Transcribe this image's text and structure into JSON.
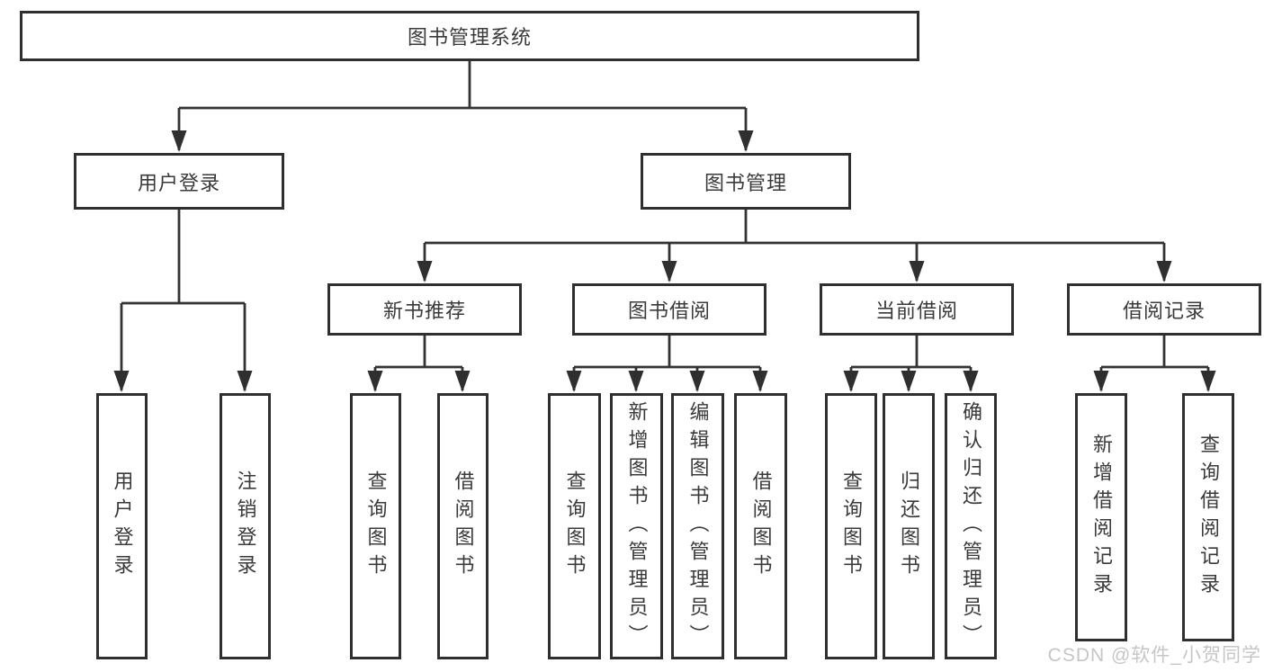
{
  "diagram": {
    "type": "tree",
    "title": "图书管理系统",
    "level2": [
      {
        "label": "用户登录"
      },
      {
        "label": "图书管理"
      }
    ],
    "level3": [
      {
        "label": "新书推荐"
      },
      {
        "label": "图书借阅"
      },
      {
        "label": "当前借阅"
      },
      {
        "label": "借阅记录"
      }
    ],
    "leaves": {
      "login": [
        "用户登录",
        "注销登录"
      ],
      "recommend": [
        "查询图书",
        "借阅图书"
      ],
      "borrowing": [
        "查询图书",
        "新增图书（管理员）",
        "编辑图书（管理员）",
        "借阅图书"
      ],
      "current": [
        "查询图书",
        "归还图书",
        "确认归还（管理员）"
      ],
      "records": [
        "新增借阅记录",
        "查询借阅记录"
      ]
    },
    "watermark": "CSDN @软件_小贺同学",
    "colors": {
      "line": "#333333",
      "border": "#2f2f2f",
      "text": "#3a3a3a",
      "background": "#ffffff",
      "watermark": "#c6c6c6"
    }
  }
}
